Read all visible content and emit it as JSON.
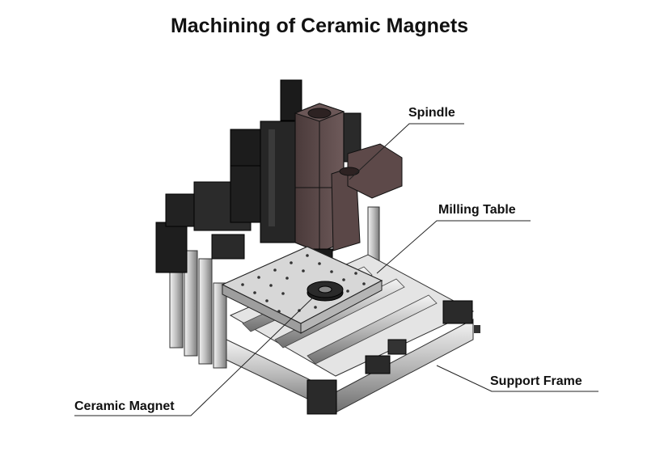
{
  "title": "Machining of Ceramic Magnets",
  "callouts": {
    "spindle": "Spindle",
    "milling_table": "Milling Table",
    "support_frame": "Support Frame",
    "ceramic_magnet": "Ceramic Magnet"
  },
  "colors": {
    "spindle_body": "#5a4747",
    "motor_black": "#1e1e1e",
    "aluminum": "#c8c8c8",
    "table_top": "#d6d6d6",
    "leader_line": "#222222"
  }
}
